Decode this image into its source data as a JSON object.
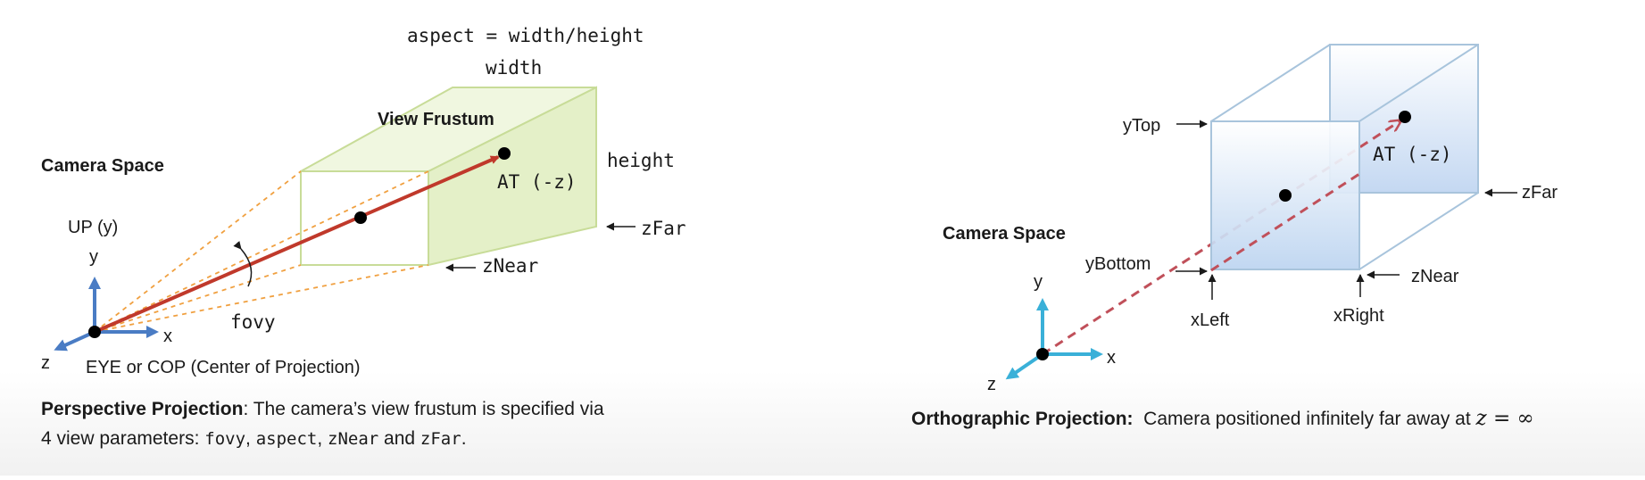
{
  "colors": {
    "frustum_fill": "#e4f0c8",
    "frustum_edge": "#c8dc98",
    "persp_ray": "#c0392b",
    "persp_axis": "#4a7cc4",
    "guide_dash": "#f0a040",
    "ortho_edge": "#a8c4dc",
    "ortho_fill": "#bcd4f0",
    "ortho_axis": "#3ab0d8",
    "ortho_ray": "#c0505a"
  },
  "perspective": {
    "aspect_formula": "aspect = width/height",
    "width_label": "width",
    "frustum_title": "View Frustum",
    "height_label": "height",
    "camera_space": "Camera Space",
    "at_label": "AT (-z)",
    "zfar_label": "zFar",
    "znear_label": "zNear",
    "up_label": "UP (y)",
    "y_axis": "y",
    "x_axis": "x",
    "z_axis": "z",
    "fovy_label": "fovy",
    "eye_label": "EYE or COP (Center of Projection)",
    "caption": {
      "title": "Perspective Projection",
      "text1": ": The camera’s view frustum is specified via",
      "text2": "4 view parameters: ",
      "p_fovy": "fovy",
      "sep1": ", ",
      "p_aspect": "aspect",
      "sep2": ", ",
      "p_znear": "zNear",
      "and": " and ",
      "p_zfar": "zFar",
      "end": "."
    }
  },
  "orthographic": {
    "ytop_label": "yTop",
    "ybottom_label": "yBottom",
    "xleft_label": "xLeft",
    "xright_label": "xRight",
    "znear_label": "zNear",
    "zfar_label": "zFar",
    "at_label": "AT (-z)",
    "camera_space": "Camera Space",
    "y_axis": "y",
    "x_axis": "x",
    "z_axis": "z",
    "caption": {
      "title": "Orthographic Projection:",
      "text": "  Camera positioned infinitely far away at ",
      "math": "z = ∞"
    }
  }
}
